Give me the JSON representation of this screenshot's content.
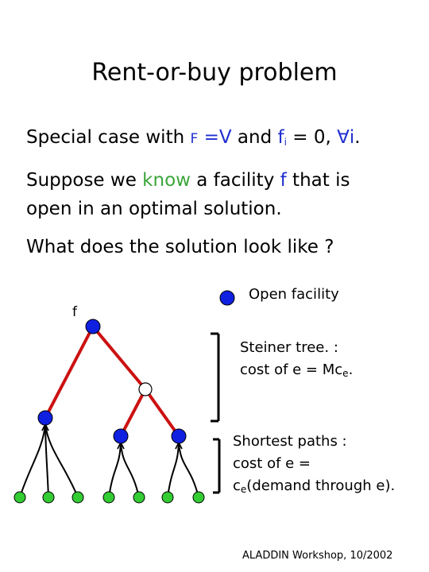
{
  "title": "Rent-or-buy problem",
  "line1": {
    "prefix": "Special case with ",
    "F": "F",
    "eq": " =V",
    "and": " and ",
    "f": "f",
    "i_sub": "i",
    "rest": " = 0, ",
    "forall": "∀i",
    "period": "."
  },
  "line2": {
    "a_prefix": "Suppose we ",
    "know": "know",
    "a_mid": " a facility ",
    "f": "f",
    "a_suffix": " that is",
    "b": "open in an optimal solution."
  },
  "line3": "What does the solution look like ?",
  "diagram": {
    "node_label_f": "f",
    "legend_label": "Open facility",
    "steiner_line1": "Steiner tree. :",
    "steiner_line2_prefix": "cost of e = Mc",
    "steiner_sub": "e",
    "steiner_suffix": ".",
    "sp_line1": "Shortest paths :",
    "sp_line2": "cost of e =",
    "sp_line3_c": "c",
    "sp_sub": "e",
    "sp_line3_rest": "(demand through e).",
    "colors": {
      "facility": "#1020e0",
      "client": "#33cc33",
      "steiner_edge": "#cc1111",
      "path_edge": "#000000",
      "bracket": "#000000"
    }
  },
  "footer": "ALADDIN Workshop, 10/2002"
}
